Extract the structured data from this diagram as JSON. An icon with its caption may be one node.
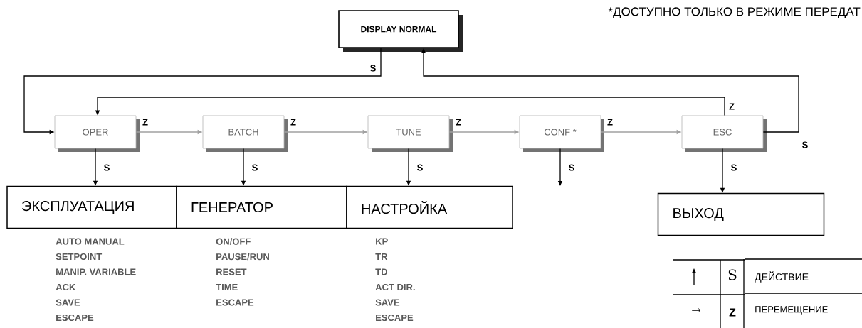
{
  "diagram": {
    "nodes": [
      {
        "text": [
          "DISPLAY NORMAL"
        ]
      },
      {
        "text": [
          "OPER"
        ]
      },
      {
        "text": [
          "BATCH"
        ]
      },
      {
        "text": [
          "TUNE"
        ]
      },
      {
        "text": [
          "CONF *"
        ]
      },
      {
        "text": [
          "ESC"
        ]
      },
      {
        "text": [
          "ЭКСПЛУАТАЦИЯ"
        ],
        "beside": [
          "AUTO MANUAL",
          "SETPOINT",
          "MANIP. VARIABLE",
          "ACK",
          "SAVE",
          "ESCAPE"
        ]
      },
      {
        "text": [
          "ГЕНЕРАТОР"
        ],
        "beside": [
          "ON/OFF",
          "PAUSE/RUN",
          "RESET",
          "TIME",
          "ESCAPE"
        ]
      },
      {
        "text": [
          "НАСТРОЙКА"
        ],
        "beside": [
          "KP",
          "TR",
          "TD",
          "ACT DIR.",
          "SAVE",
          "ESCAPE"
        ]
      },
      {
        "text": [
          "ВЫХОД"
        ]
      }
    ],
    "edges": [
      {
        "from": 0,
        "to": 1,
        "arrow": "to",
        "label": "S"
      },
      {
        "from": 1,
        "to": 2,
        "arrow": "to",
        "label": "Z",
        "color": "#a0a0a0"
      },
      {
        "from": 2,
        "to": 3,
        "arrow": "to",
        "label": "Z",
        "color": "#a0a0a0"
      },
      {
        "from": 3,
        "to": 4,
        "arrow": "to",
        "label": "Z",
        "color": "#a0a0a0"
      },
      {
        "from": 4,
        "to": 5,
        "arrow": "to",
        "label": "Z",
        "color": "#a0a0a0"
      },
      {
        "from": 1,
        "to": 6,
        "arrow": "to",
        "label": "S"
      },
      {
        "from": 2,
        "to": 7,
        "arrow": "to",
        "label": "S"
      },
      {
        "from": 3,
        "to": 8,
        "arrow": "to",
        "label": "S"
      },
      {
        "from": 4,
        "to": null,
        "arrow": "to",
        "label": "S"
      },
      {
        "from": 5,
        "to": 9,
        "arrow": "to",
        "label": "S"
      },
      {
        "from": 5,
        "to": 1,
        "arrow": "to",
        "label": "Z"
      },
      {
        "from": 5,
        "to": 0,
        "arrow": "to",
        "label": "S"
      }
    ],
    "labels": [
      "*ДОСТУПНО ТОЛЬКО В РЕЖИМЕ ПЕРЕДАТ",
      "S",
      "ДЕЙСТВИЕ",
      "→",
      "Z",
      "ПЕРЕМЕЩЕНИЕ"
    ]
  }
}
